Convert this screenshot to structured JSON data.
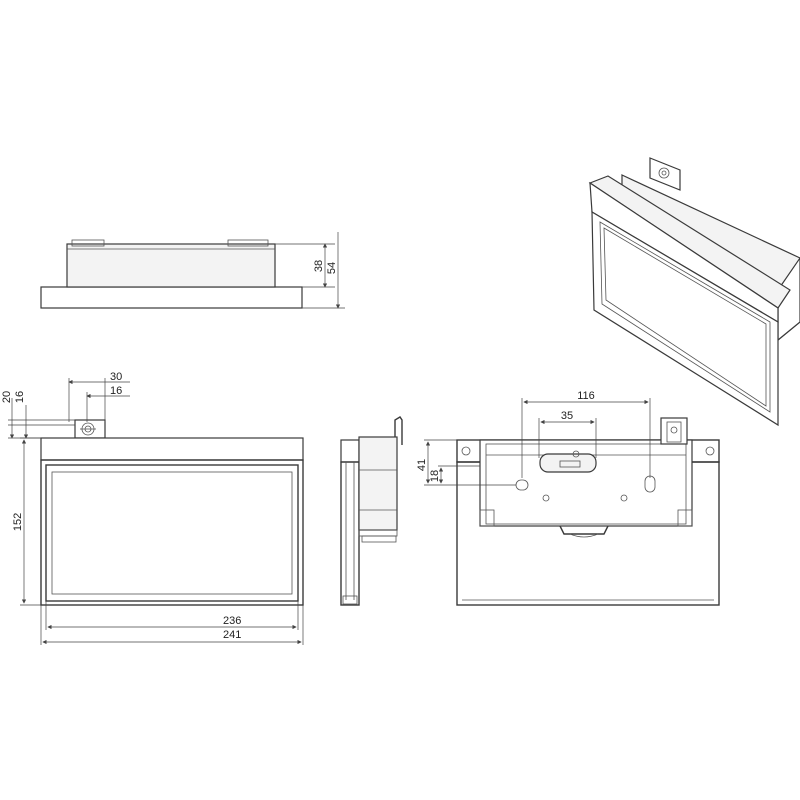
{
  "dimensions": {
    "side_height_small": "38",
    "side_height_total": "54",
    "bracket_width": "30",
    "bracket_offset": "16",
    "top_offset_20": "20",
    "top_offset_16": "16",
    "front_height": "152",
    "inner_width": "236",
    "outer_width": "241",
    "rear_width": "116",
    "rear_slot_spacing": "35",
    "rear_height_41": "41",
    "rear_height_18": "18"
  }
}
